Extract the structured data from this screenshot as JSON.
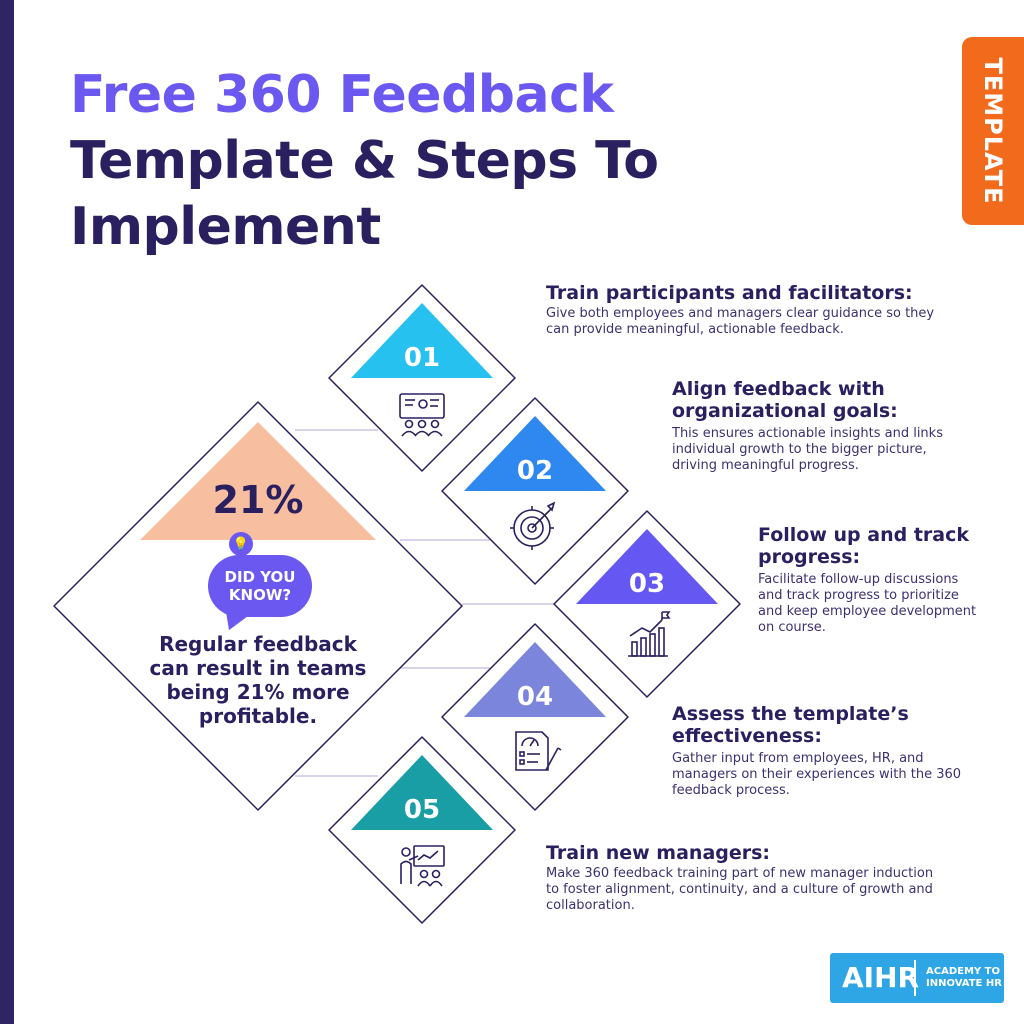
{
  "title": {
    "line1": "Free 360 Feedback",
    "line2": "Template & Steps To",
    "line3": "Implement"
  },
  "tag_label": "TEMPLATE",
  "callout": {
    "stat": "21%",
    "bubble": "DID YOU KNOW?",
    "fact": "Regular feedback can result in teams being 21% more profitable."
  },
  "steps": [
    {
      "number": "01",
      "title": "Train participants and facilitators:",
      "desc": "Give both employees and managers clear guidance so they can provide meaningful, actionable feedback.",
      "icon": "training-presentation-icon",
      "color": "#27c1ef"
    },
    {
      "number": "02",
      "title": "Align feedback with organizational goals:",
      "desc": "This ensures actionable insights and links individual growth to the bigger picture, driving meaningful progress.",
      "icon": "target-arrow-icon",
      "color": "#2f87f0"
    },
    {
      "number": "03",
      "title": "Follow up and track progress:",
      "desc": "Facilitate follow-up discussions and track progress to prioritize and keep employee development on course.",
      "icon": "growth-chart-flag-icon",
      "color": "#6457f2"
    },
    {
      "number": "04",
      "title": "Assess the template’s effectiveness:",
      "desc": "Gather input from employees, HR, and managers on their experiences with the 360 feedback process.",
      "icon": "assessment-clipboard-icon",
      "color": "#7b85dc"
    },
    {
      "number": "05",
      "title": "Train new managers:",
      "desc": "Make 360 feedback training part of new manager induction to foster alignment, continuity, and a culture of growth and collaboration.",
      "icon": "presenter-audience-icon",
      "color": "#1a9ea6"
    }
  ],
  "colors": {
    "navy": "#2a2060",
    "purple": "#6a58f0",
    "orange": "#f26a1b",
    "peach": "#f7bfa0",
    "logo_blue": "#2ea6e6"
  },
  "logo": {
    "mark": "AIHR",
    "sub_line1": "ACADEMY TO",
    "sub_line2": "INNOVATE HR"
  }
}
